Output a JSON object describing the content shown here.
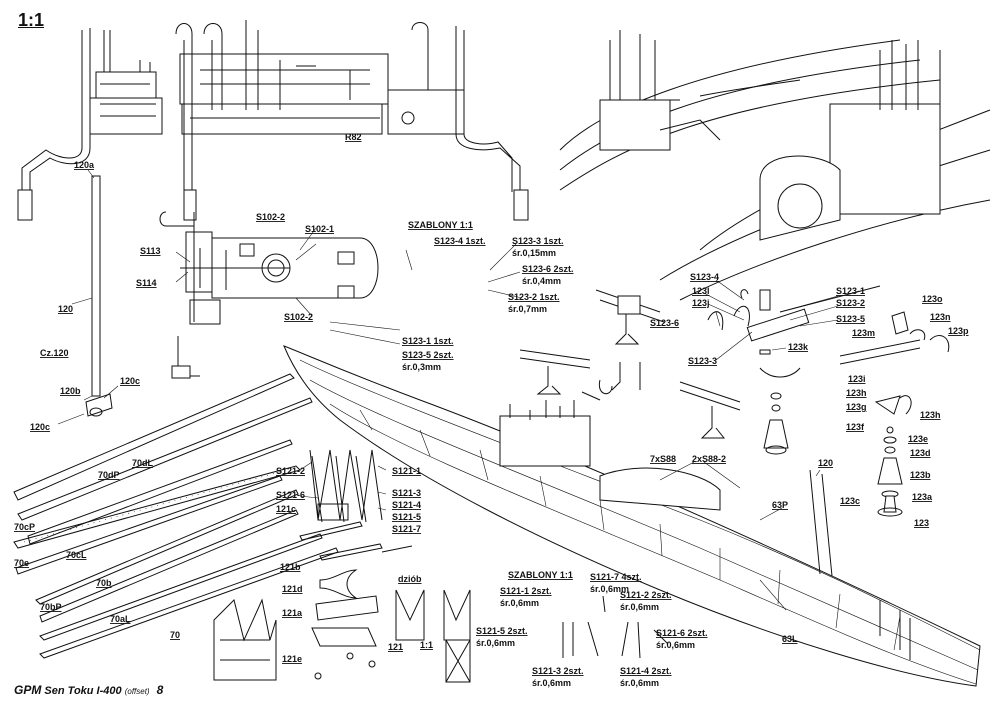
{
  "sheet": {
    "scale_label": "1:1",
    "footer": {
      "brand": "GPM",
      "title": "Sen Toku I-400",
      "edition": "(offset)",
      "page": "8"
    }
  },
  "labels": {
    "p120a": "120a",
    "p120": "120",
    "cz120": "Cz.120",
    "p120b": "120b",
    "p120c": "120c",
    "p120c2": "120c",
    "r82": "R82",
    "s102_2a": "S102-2",
    "s102_1": "S102-1",
    "s113": "S113",
    "s114": "S114",
    "s102_2b": "S102-2",
    "szablony_top": "SZABLONY 1:1",
    "s123_4_1szt": "S123-4  1szt.",
    "s123_3_1szt": "S123-3  1szt.",
    "sr_015": "śr.0,15mm",
    "s123_6_2szt": "S123-6  2szt.",
    "sr_04": "śr.0,4mm",
    "s123_2_1szt": "S123-2  1szt.",
    "sr_07": "śr.0,7mm",
    "s123_1_1szt": "S123-1  1szt.",
    "s123_5_2szt": "S123-5  2szt.",
    "sr_03": "śr.0,3mm",
    "s123_4": "S123-4",
    "p123l": "123l",
    "p123j": "123j",
    "s123_6": "S123-6",
    "s123_3": "S123-3",
    "s123_1": "S123-1",
    "s123_2": "S123-2",
    "s123_5": "S123-5",
    "p123k": "123k",
    "p123o": "123o",
    "p123n": "123n",
    "p123m": "123m",
    "p123p": "123p",
    "p123i": "123i",
    "p123h1": "123h",
    "p123g": "123g",
    "p123h2": "123h",
    "p123f": "123f",
    "p123e": "123e",
    "p123d": "123d",
    "p123b": "123b",
    "p123a": "123a",
    "p123c": "123c",
    "p123": "123",
    "p70dL": "70dL",
    "p70dP": "70dP",
    "p70cP": "70cP",
    "p70cL": "70cL",
    "p70e": "70e",
    "p70b": "70b",
    "p70bP": "70bP",
    "p70aL": "70aL",
    "p70": "70",
    "s121_2": "S121-2",
    "s121_6": "S121-6",
    "s121_1": "S121-1",
    "s121_3": "S121-3",
    "s121_4": "S121-4",
    "s121_5": "S121-5",
    "s121_7": "S121-7",
    "p121c": "121c",
    "p121b": "121b",
    "p121d": "121d",
    "p121a": "121a",
    "p121": "121",
    "p121e": "121e",
    "dziob": "dziób",
    "scale_small": "1:1",
    "s7xS88": "7xS88",
    "s2xS88_2": "2xS88-2",
    "p120_hull": "120",
    "p63P": "63P",
    "p63L": "63L",
    "szablony_bottom": "SZABLONY 1:1",
    "s121_7_4szt": "S121-7 4szt.",
    "sr_06_a": "śr.0,6mm",
    "s121_1_2szt": "S121-1 2szt.",
    "sr_06_b": "śr.0,6mm",
    "s121_2_2szt": "S121-2 2szt.",
    "sr_06_c": "śr.0,6mm",
    "s121_5_2szt": "S121-5 2szt.",
    "sr_06_d": "śr.0,6mm",
    "s121_6_2szt": "S121-6 2szt.",
    "sr_06_e": "śr.0,6mm",
    "s121_3_2szt": "S121-3 2szt.",
    "sr_06_f": "śr.0,6mm",
    "s121_4_2szt": "S121-4 2szt.",
    "sr_06_g": "śr.0,6mm"
  }
}
